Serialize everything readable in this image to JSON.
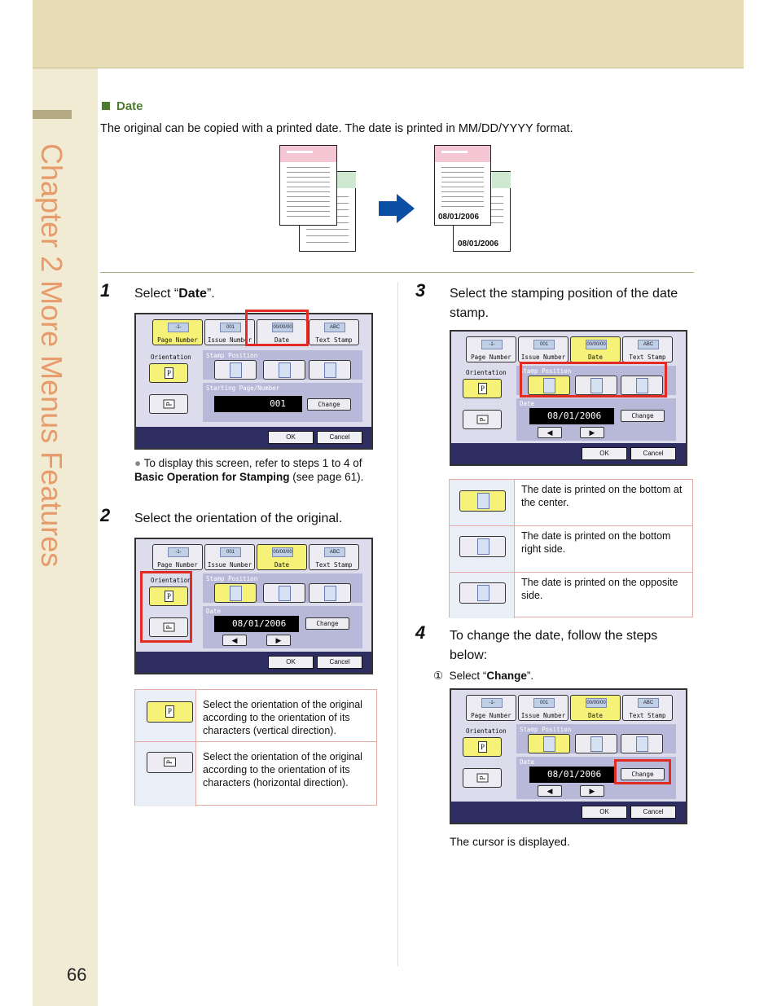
{
  "side_title": "Chapter 2   More Menus Features",
  "page_number": "66",
  "section": {
    "title": "Date",
    "intro": "The original can be copied with a printed date. The date is printed in MM/DD/YYYY format."
  },
  "illustration": {
    "date_label": "08/01/2006"
  },
  "steps": [
    {
      "number": "1",
      "text_pre": "Select “",
      "text_bold": "Date",
      "text_post": "”."
    },
    {
      "number": "2",
      "text": "Select the orientation of the original."
    },
    {
      "number": "3",
      "text": "Select the stamping position of the date stamp."
    },
    {
      "number": "4",
      "text": "To change the date, follow the steps below:"
    }
  ],
  "note1": {
    "bullet": "●",
    "pre": "To display this screen, refer to steps 1 to 4 of ",
    "bold": "Basic Operation for Stamping",
    "post": " (see page 61)."
  },
  "substep": {
    "marker": "①",
    "pre": "Select “",
    "bold": "Change",
    "post": "”."
  },
  "cursor_note": "The cursor is displayed.",
  "screen": {
    "tabs": [
      "Page Number",
      "Issue Number",
      "Date",
      "Text Stamp"
    ],
    "tab_icons": [
      "-1-",
      "001",
      "00/00/00",
      "ABC"
    ],
    "orientation_label": "Orientation",
    "stamp_position_label": "Stamp Position",
    "starting_label": "Starting Page/Number",
    "starting_value": "001",
    "date_label": "Date",
    "date_value": "08/01/2006",
    "change_label": "Change",
    "ok_label": "OK",
    "cancel_label": "Cancel",
    "vertical_icon": "P",
    "horizontal_icon": "P"
  },
  "orientation_table": [
    {
      "text": "Select the orientation of the original according to the orientation of its characters (vertical direction)."
    },
    {
      "text": "Select the orientation of the original according to the orientation of its characters (horizontal direction)."
    }
  ],
  "position_table": [
    {
      "text": "The date is printed on the bottom at the center."
    },
    {
      "text": "The date is printed on the bottom right side."
    },
    {
      "text": "The date is printed on the opposite side."
    }
  ],
  "colors": {
    "highlight": "#e22b22",
    "accent": "#4c7a2e",
    "header": "#e6dcb5",
    "arrow": "#0a4fa3"
  }
}
